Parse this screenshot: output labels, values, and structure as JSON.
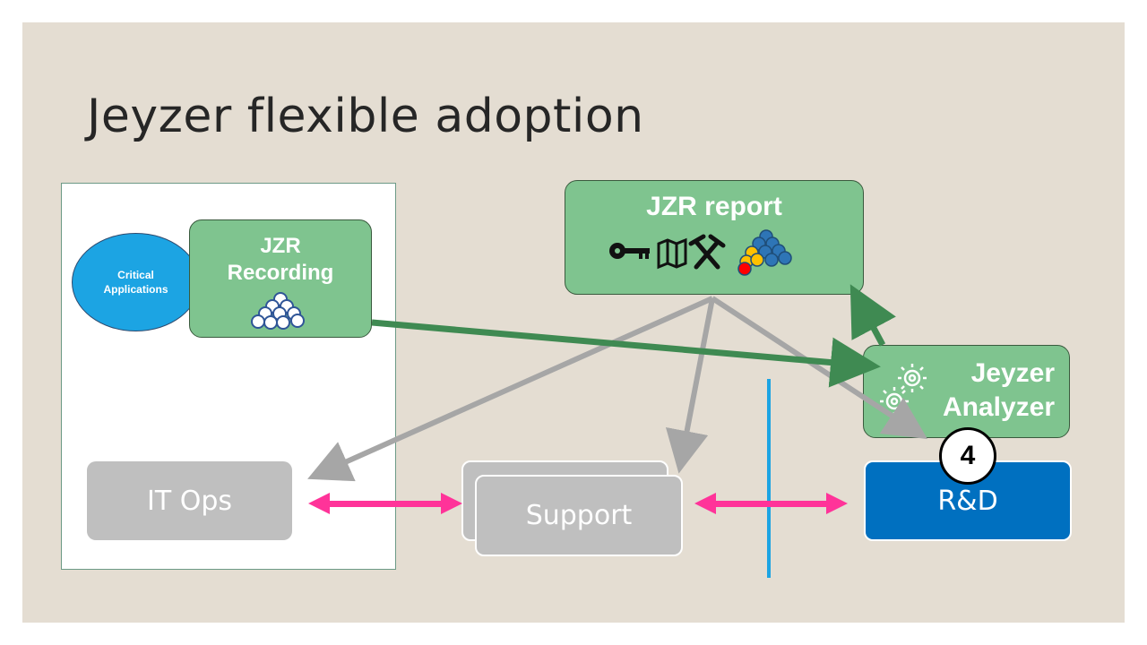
{
  "title": "Jeyzer flexible adoption",
  "critical_apps": "Critical Applications",
  "recording": {
    "line1": "JZR",
    "line2": "Recording"
  },
  "report": {
    "label": "JZR report"
  },
  "analyzer": {
    "line1": "Jeyzer",
    "line2": "Analyzer"
  },
  "itops": "IT Ops",
  "support": "Support",
  "rd": "R&D",
  "step": "4",
  "colors": {
    "background": "#e4ddd2",
    "green_box": "#7fc48f",
    "green_arrow": "#3f8a52",
    "gray_arrow": "#a6a6a6",
    "pink_arrow": "#ff3399",
    "blue_divider": "#1ca4e3",
    "rd_box": "#0070c0",
    "ellipse": "#1ca4e3"
  }
}
